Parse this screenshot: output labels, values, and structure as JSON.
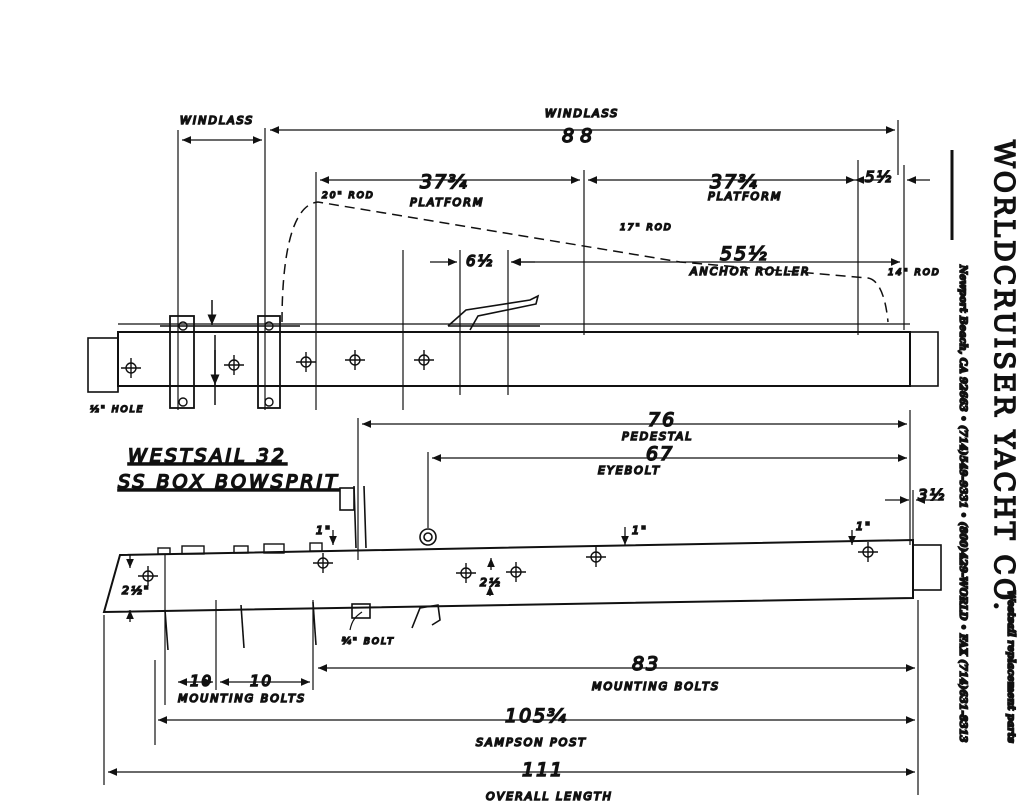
{
  "title": {
    "line1": "WESTSAIL 32",
    "line2": "SS BOX BOWSPRIT"
  },
  "side_text": {
    "company": "WORLDCRUISER YACHT CO.",
    "address": "Newport Beach, CA 92663 • (714)549-9331 • (800)429-WORLD • FAX (714)631-8313",
    "product": "Westsail replacement parts"
  },
  "top_view": {
    "windlass_small": "WINDLASS",
    "windlass_large": "WINDLASS",
    "dim_88": "88",
    "dim_37_a": "37¾",
    "platform_a": "PLATFORM",
    "dim_37_b": "37¾",
    "platform_b": "PLATFORM",
    "dim_5": "5½",
    "rod_20": "20\" ROD",
    "rod_17": "17\" ROD",
    "rod_14": "14\" ROD",
    "dim_6": "6½",
    "dim_55": "55½",
    "anchor_roller": "ANCHOR ROLLER",
    "hole": "½\" HOLE"
  },
  "side_view": {
    "dim_76": "76",
    "pedestal": "PEDESTAL",
    "dim_67": "67",
    "eyebolt": "EYEBOLT",
    "dim_3": "3½",
    "one_inch_a": "1\"",
    "one_inch_b": "1\"",
    "one_inch_c": "1\"",
    "dim_2a": "2½\"",
    "dim_2b": "2½",
    "bolt": "¾\" BOLT",
    "dim_10_a": "10",
    "dim_10_b": "10",
    "mounting_bolts_a": "MOUNTING BOLTS",
    "dim_83": "83",
    "mounting_bolts_b": "MOUNTING BOLTS",
    "dim_105": "105¾",
    "sampson_post": "SAMPSON POST",
    "dim_111": "111",
    "overall_length": "OVERALL LENGTH"
  }
}
